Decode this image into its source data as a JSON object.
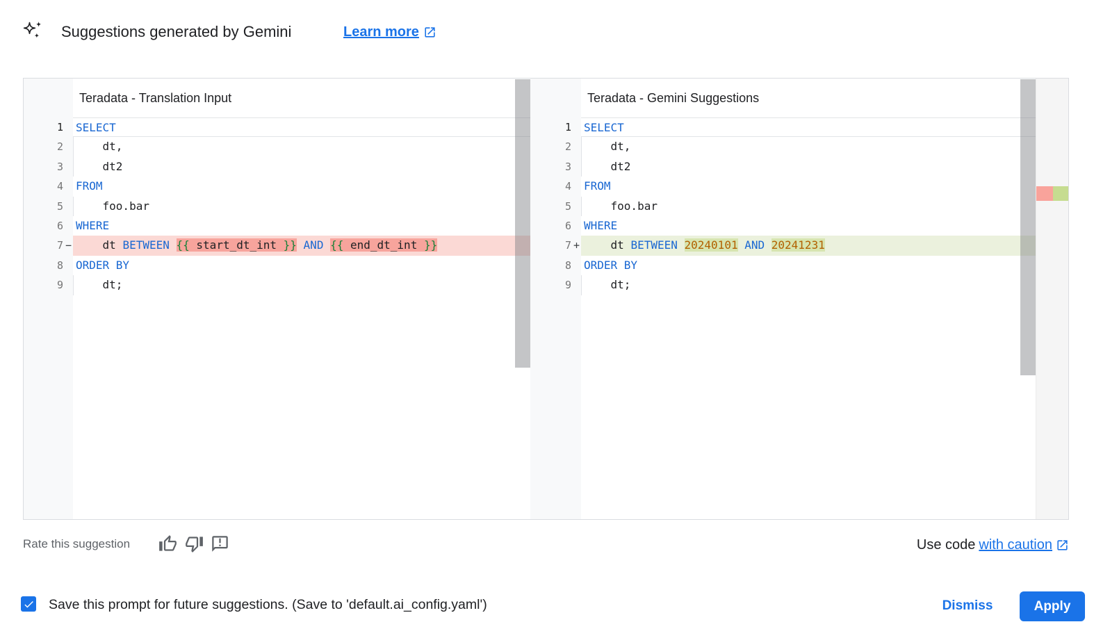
{
  "header": {
    "icon": "gemini-sparkle-icon",
    "title": "Suggestions generated by Gemini",
    "learn_more": "Learn more"
  },
  "panels": {
    "left": {
      "title": "Teradata - Translation Input",
      "lines": [
        {
          "n": 1,
          "m": "",
          "d": "",
          "cur": true,
          "ind": false,
          "tokens": [
            {
              "t": "SELECT",
              "c": "kw"
            }
          ]
        },
        {
          "n": 2,
          "m": "",
          "d": "",
          "cur": false,
          "ind": true,
          "tokens": [
            {
              "t": "    dt,",
              "c": "pl"
            }
          ]
        },
        {
          "n": 3,
          "m": "",
          "d": "",
          "cur": false,
          "ind": true,
          "tokens": [
            {
              "t": "    dt2",
              "c": "pl"
            }
          ]
        },
        {
          "n": 4,
          "m": "",
          "d": "",
          "cur": false,
          "ind": false,
          "tokens": [
            {
              "t": "FROM",
              "c": "kw"
            }
          ]
        },
        {
          "n": 5,
          "m": "",
          "d": "",
          "cur": false,
          "ind": true,
          "tokens": [
            {
              "t": "    foo.bar",
              "c": "pl"
            }
          ]
        },
        {
          "n": 6,
          "m": "",
          "d": "",
          "cur": false,
          "ind": false,
          "tokens": [
            {
              "t": "WHERE",
              "c": "kw"
            }
          ]
        },
        {
          "n": 7,
          "m": "−",
          "d": "removed",
          "cur": false,
          "ind": false,
          "tokens": [
            {
              "t": "    dt ",
              "c": "pl"
            },
            {
              "t": "BETWEEN",
              "c": "kw"
            },
            {
              "t": " ",
              "c": "pl"
            },
            {
              "t": "{{",
              "c": "br",
              "h": true
            },
            {
              "t": " start_dt_int ",
              "c": "pl",
              "h": true
            },
            {
              "t": "}}",
              "c": "br",
              "h": true
            },
            {
              "t": " ",
              "c": "pl"
            },
            {
              "t": "AND",
              "c": "kw"
            },
            {
              "t": " ",
              "c": "pl"
            },
            {
              "t": "{{",
              "c": "br",
              "h": true
            },
            {
              "t": " end_dt_int ",
              "c": "pl",
              "h": true
            },
            {
              "t": "}}",
              "c": "br",
              "h": true
            }
          ]
        },
        {
          "n": 8,
          "m": "",
          "d": "",
          "cur": false,
          "ind": false,
          "tokens": [
            {
              "t": "ORDER BY",
              "c": "kw"
            }
          ]
        },
        {
          "n": 9,
          "m": "",
          "d": "",
          "cur": false,
          "ind": true,
          "tokens": [
            {
              "t": "    dt;",
              "c": "pl"
            }
          ]
        }
      ]
    },
    "right": {
      "title": "Teradata - Gemini Suggestions",
      "lines": [
        {
          "n": 1,
          "m": "",
          "d": "",
          "cur": true,
          "ind": false,
          "tokens": [
            {
              "t": "SELECT",
              "c": "kw"
            }
          ]
        },
        {
          "n": 2,
          "m": "",
          "d": "",
          "cur": false,
          "ind": true,
          "tokens": [
            {
              "t": "    dt,",
              "c": "pl"
            }
          ]
        },
        {
          "n": 3,
          "m": "",
          "d": "",
          "cur": false,
          "ind": true,
          "tokens": [
            {
              "t": "    dt2",
              "c": "pl"
            }
          ]
        },
        {
          "n": 4,
          "m": "",
          "d": "",
          "cur": false,
          "ind": false,
          "tokens": [
            {
              "t": "FROM",
              "c": "kw"
            }
          ]
        },
        {
          "n": 5,
          "m": "",
          "d": "",
          "cur": false,
          "ind": true,
          "tokens": [
            {
              "t": "    foo.bar",
              "c": "pl"
            }
          ]
        },
        {
          "n": 6,
          "m": "",
          "d": "",
          "cur": false,
          "ind": false,
          "tokens": [
            {
              "t": "WHERE",
              "c": "kw"
            }
          ]
        },
        {
          "n": 7,
          "m": "+",
          "d": "added",
          "cur": false,
          "ind": false,
          "tokens": [
            {
              "t": "    dt ",
              "c": "pl"
            },
            {
              "t": "BETWEEN",
              "c": "kw"
            },
            {
              "t": " ",
              "c": "pl"
            },
            {
              "t": "20240101",
              "c": "num",
              "h": true
            },
            {
              "t": " ",
              "c": "pl"
            },
            {
              "t": "AND",
              "c": "kw"
            },
            {
              "t": " ",
              "c": "pl"
            },
            {
              "t": "20241231",
              "c": "num",
              "h": true
            }
          ]
        },
        {
          "n": 8,
          "m": "",
          "d": "",
          "cur": false,
          "ind": false,
          "tokens": [
            {
              "t": "ORDER BY",
              "c": "kw"
            }
          ]
        },
        {
          "n": 9,
          "m": "",
          "d": "",
          "cur": false,
          "ind": true,
          "tokens": [
            {
              "t": "    dt;",
              "c": "pl"
            }
          ]
        }
      ]
    }
  },
  "rate": {
    "label": "Rate this suggestion",
    "icons": [
      "thumb-up-icon",
      "thumb-down-icon",
      "feedback-icon"
    ]
  },
  "use_code": {
    "prefix": "Use code",
    "link": "with caution",
    "icon": "open-in-new-icon"
  },
  "action_bar": {
    "checkbox_checked": true,
    "save_label": "Save this prompt for future suggestions. (Save to 'default.ai_config.yaml')",
    "dismiss": "Dismiss",
    "apply": "Apply"
  },
  "colors": {
    "accent": "#1a73e8",
    "keyword": "#1967d2",
    "brace": "#188038",
    "number": "#b26000",
    "plain": "#202124",
    "line_number": "#757575",
    "line_number_active": "#1f1f1f",
    "removed_line": "#fbd9d5",
    "removed_word": "#f7a49c",
    "added_line": "#ebf1dd",
    "added_word": "#d7e5b0",
    "ruler_removed": "#f9a39b",
    "ruler_added": "#c6dc90",
    "gutter_bg": "#f8f9fa",
    "ruler_bg": "#f5f5f5",
    "border": "#dadce0",
    "scrollbar": "rgba(124,127,130,0.45)",
    "current_line_border": "#e2e4e7"
  }
}
